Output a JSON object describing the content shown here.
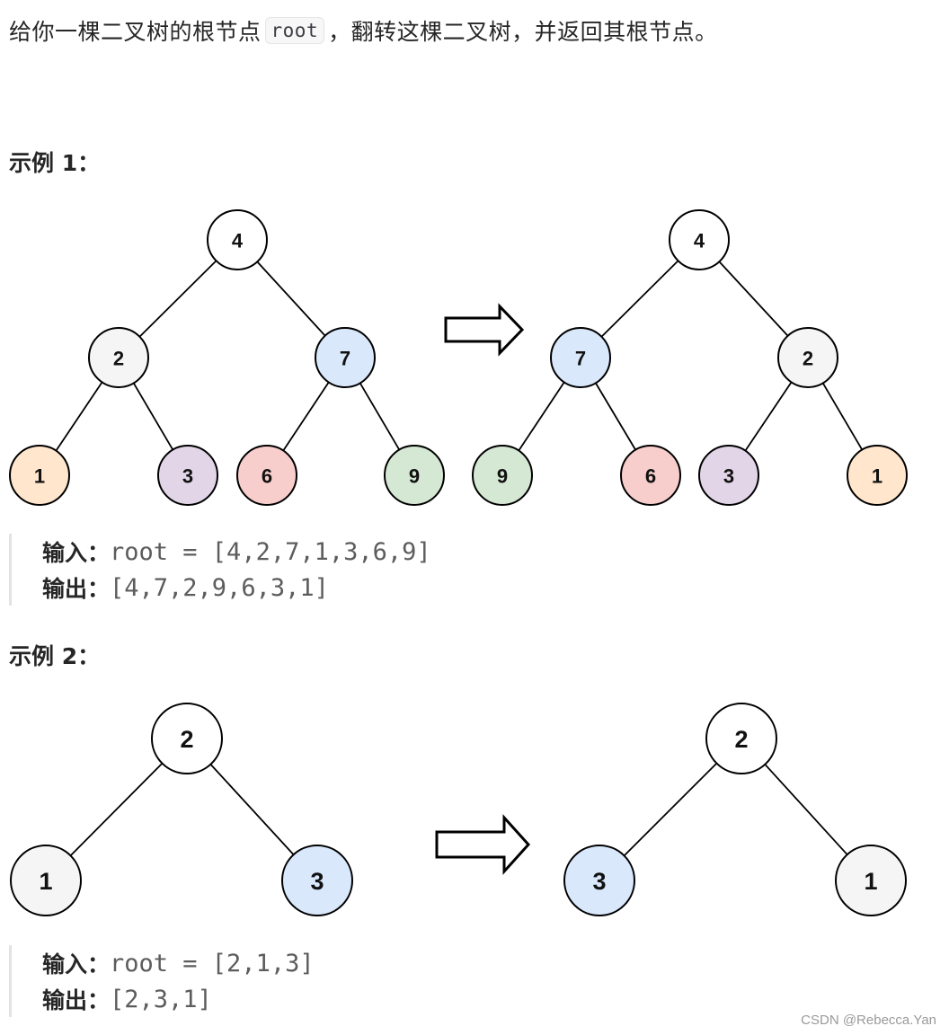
{
  "intro": {
    "before": "给你一棵二叉树的根节点",
    "code": "root",
    "after": "，翻转这棵二叉树，并返回其根节点。"
  },
  "examples": [
    {
      "heading": "示例 1：",
      "input_label": "输入：",
      "input_value": "root = [4,2,7,1,3,6,9]",
      "output_label": "输出：",
      "output_value": "[4,7,2,9,6,3,1]",
      "trees": {
        "before": [
          {
            "value": "4",
            "color": "#ffffff"
          },
          {
            "value": "2",
            "color": "#f5f5f5"
          },
          {
            "value": "7",
            "color": "#dae8fc"
          },
          {
            "value": "1",
            "color": "#ffe6cc"
          },
          {
            "value": "3",
            "color": "#e1d5e7"
          },
          {
            "value": "6",
            "color": "#f8cecc"
          },
          {
            "value": "9",
            "color": "#d5e8d4"
          }
        ],
        "after": [
          {
            "value": "4",
            "color": "#ffffff"
          },
          {
            "value": "7",
            "color": "#dae8fc"
          },
          {
            "value": "2",
            "color": "#f5f5f5"
          },
          {
            "value": "9",
            "color": "#d5e8d4"
          },
          {
            "value": "6",
            "color": "#f8cecc"
          },
          {
            "value": "3",
            "color": "#e1d5e7"
          },
          {
            "value": "1",
            "color": "#ffe6cc"
          }
        ]
      }
    },
    {
      "heading": "示例 2：",
      "input_label": "输入：",
      "input_value": "root = [2,1,3]",
      "output_label": "输出：",
      "output_value": "[2,3,1]",
      "trees": {
        "before": [
          {
            "value": "2",
            "color": "#ffffff"
          },
          {
            "value": "1",
            "color": "#f5f5f5"
          },
          {
            "value": "3",
            "color": "#dae8fc"
          }
        ],
        "after": [
          {
            "value": "2",
            "color": "#ffffff"
          },
          {
            "value": "3",
            "color": "#dae8fc"
          },
          {
            "value": "1",
            "color": "#f5f5f5"
          }
        ]
      }
    }
  ],
  "watermark": "CSDN @Rebecca.Yan",
  "icons": {
    "arrow": "right-arrow-icon"
  }
}
